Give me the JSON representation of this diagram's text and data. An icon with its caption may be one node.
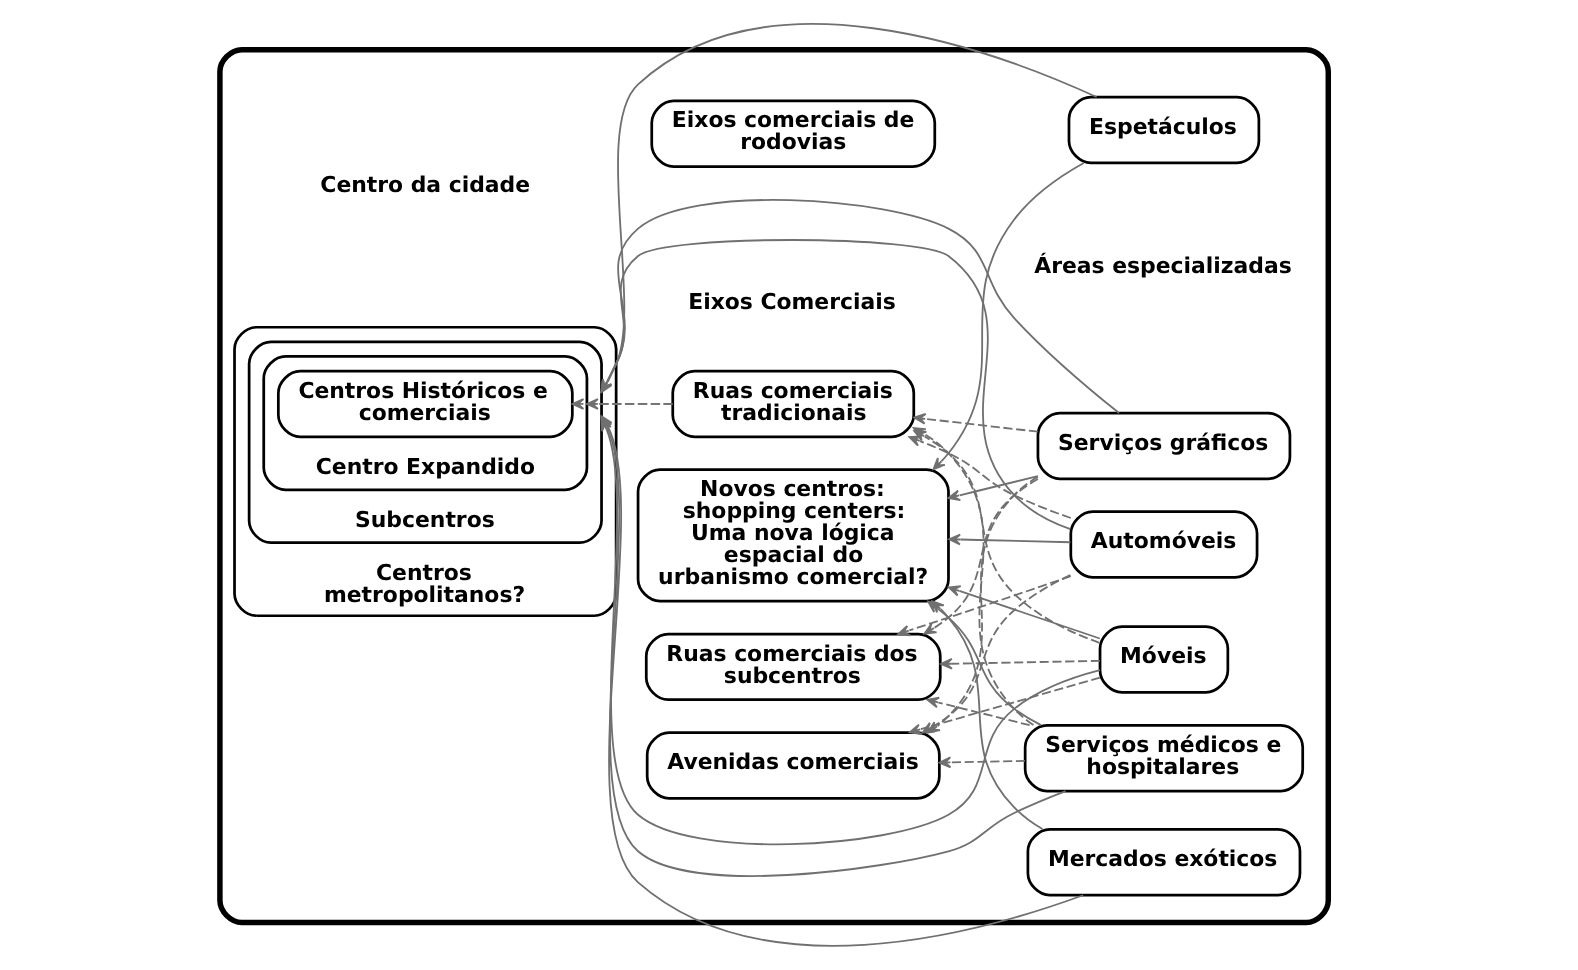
{
  "diagram": {
    "nodes": [
      {
        "text": [],
        "shape": "box"
      },
      {
        "text": [
          "Centros metropolitanos?"
        ],
        "in": 0
      },
      {
        "text": [
          "Subcentros"
        ],
        "in": 1
      },
      {
        "text": [
          "Centro Expandido"
        ],
        "in": 2
      },
      {
        "text": [
          "Centros Históricos e comerciais"
        ],
        "in": 3
      },
      {
        "text": [
          "Novos centros: shopping centers: Uma nova lógica espacial do urbanismo comercial?"
        ],
        "in": 0
      },
      {
        "text": [
          "Ruas comerciais tradicionais"
        ],
        "in": 0
      },
      {
        "text": [
          "Avenidas comerciais"
        ],
        "in": 0
      },
      {
        "text": [
          "Ruas comerciais dos subcentros"
        ],
        "in": 0
      },
      {
        "text": [
          "Eixos comerciais de rodovias"
        ],
        "in": 0
      },
      {
        "text": [
          "Automóveis"
        ],
        "in": 0
      },
      {
        "text": [
          "Serviços gráficos"
        ],
        "in": 0
      },
      {
        "text": [
          "Espetáculos"
        ],
        "in": 0
      },
      {
        "text": [
          "Mercados exóticos"
        ],
        "in": 0
      },
      {
        "text": [
          "Móveis"
        ],
        "in": 0
      },
      {
        "text": [
          "Serviços médicos e hospitalares"
        ],
        "in": 0
      }
    ],
    "edges": [
      {
        "from": 6,
        "to": 4,
        "arrow": "to",
        "style": "dashed"
      },
      {
        "from": 6,
        "to": 3,
        "arrow": "to",
        "style": "dashed"
      },
      {
        "from": 10,
        "to": 6,
        "arrow": "to",
        "style": "dashed"
      },
      {
        "from": 10,
        "to": 7,
        "arrow": "to",
        "style": "dashed"
      },
      {
        "from": 10,
        "to": 8,
        "arrow": "to",
        "style": "dashed"
      },
      {
        "from": 11,
        "to": 6,
        "arrow": "to",
        "style": "dashed"
      },
      {
        "from": 11,
        "to": 7,
        "arrow": "to",
        "style": "dashed"
      },
      {
        "from": 11,
        "to": 8,
        "arrow": "to",
        "style": "dashed"
      },
      {
        "from": 14,
        "to": 6,
        "arrow": "to",
        "style": "dashed"
      },
      {
        "from": 14,
        "to": 7,
        "arrow": "to",
        "style": "dashed"
      },
      {
        "from": 14,
        "to": 8,
        "arrow": "to",
        "style": "dashed"
      },
      {
        "from": 15,
        "to": 6,
        "arrow": "to",
        "style": "dashed"
      },
      {
        "from": 15,
        "to": 7,
        "arrow": "to",
        "style": "dashed"
      },
      {
        "from": 15,
        "to": 8,
        "arrow": "to",
        "style": "dashed"
      },
      {
        "from": 10,
        "to": 2,
        "arrow": "to"
      },
      {
        "from": 11,
        "to": 2,
        "arrow": "to"
      },
      {
        "from": 12,
        "to": 2,
        "arrow": "to"
      },
      {
        "from": 13,
        "to": 2,
        "arrow": "to"
      },
      {
        "from": 14,
        "to": 2,
        "arrow": "to"
      },
      {
        "from": 15,
        "to": 2,
        "arrow": "to"
      },
      {
        "from": 10,
        "to": 5,
        "arrow": "to"
      },
      {
        "from": 11,
        "to": 5,
        "arrow": "to"
      },
      {
        "from": 12,
        "to": 5,
        "arrow": "to"
      },
      {
        "from": 13,
        "to": 5,
        "arrow": "to"
      },
      {
        "from": 14,
        "to": 5,
        "arrow": "to"
      },
      {
        "from": 15,
        "to": 5,
        "arrow": "to"
      }
    ],
    "labels": [
      "Centro da cidade",
      "Eixos Comerciais",
      "Áreas especializadas"
    ]
  }
}
